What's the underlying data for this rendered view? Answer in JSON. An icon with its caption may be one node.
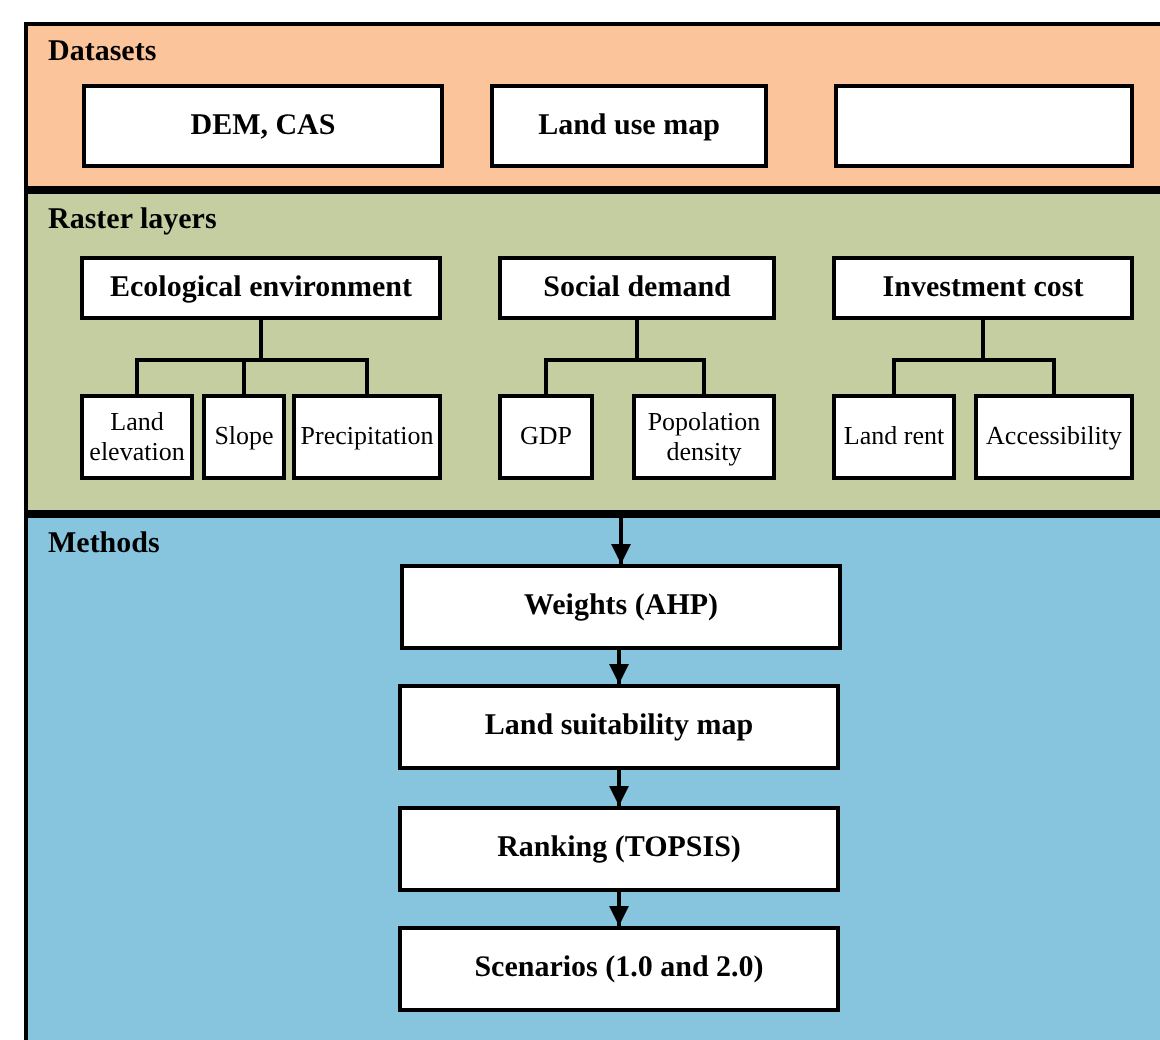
{
  "diagram": {
    "nodes": [
      {
        "text": [
          "Datasets"
        ]
      },
      {
        "text": [
          "DEM, CAS"
        ],
        "in": 0
      },
      {
        "text": [
          "Land use map"
        ],
        "in": 0
      },
      {
        "text": [],
        "shape": "box",
        "in": 0
      },
      {
        "text": [
          "Raster layers"
        ]
      },
      {
        "text": [
          "Ecological environment"
        ],
        "in": 4
      },
      {
        "text": [
          "Social demand"
        ],
        "in": 4
      },
      {
        "text": [
          "Investment cost"
        ],
        "in": 4
      },
      {
        "text": [
          "Land elevation"
        ],
        "in": 4
      },
      {
        "text": [
          "Slope"
        ],
        "in": 4
      },
      {
        "text": [
          "Precipitation"
        ],
        "in": 4
      },
      {
        "text": [
          "GDP"
        ],
        "in": 4
      },
      {
        "text": [
          "Popolation density"
        ],
        "in": 4
      },
      {
        "text": [
          "Land rent"
        ],
        "in": 4
      },
      {
        "text": [
          "Accessibility"
        ],
        "in": 4
      },
      {
        "text": [
          "Methods"
        ]
      },
      {
        "text": [
          "Weights (AHP)"
        ],
        "in": 15
      },
      {
        "text": [
          "Land suitability map"
        ],
        "in": 15
      },
      {
        "text": [
          "Ranking (TOPSIS)"
        ],
        "in": 15
      },
      {
        "text": [
          "Scenarios (1.0 and 2.0)"
        ],
        "in": 15
      }
    ],
    "edges": [
      {
        "from": 5,
        "to": 8,
        "arrow": "none"
      },
      {
        "from": 5,
        "to": 9,
        "arrow": "none"
      },
      {
        "from": 5,
        "to": 10,
        "arrow": "none"
      },
      {
        "from": 6,
        "to": 11,
        "arrow": "none"
      },
      {
        "from": 6,
        "to": 12,
        "arrow": "none"
      },
      {
        "from": 7,
        "to": 13,
        "arrow": "none"
      },
      {
        "from": 7,
        "to": 14,
        "arrow": "none"
      },
      {
        "from": 4,
        "to": 16,
        "arrow": "to"
      },
      {
        "from": 16,
        "to": 17,
        "arrow": "to"
      },
      {
        "from": 17,
        "to": 18,
        "arrow": "to"
      },
      {
        "from": 18,
        "to": 19,
        "arrow": "to"
      }
    ]
  }
}
